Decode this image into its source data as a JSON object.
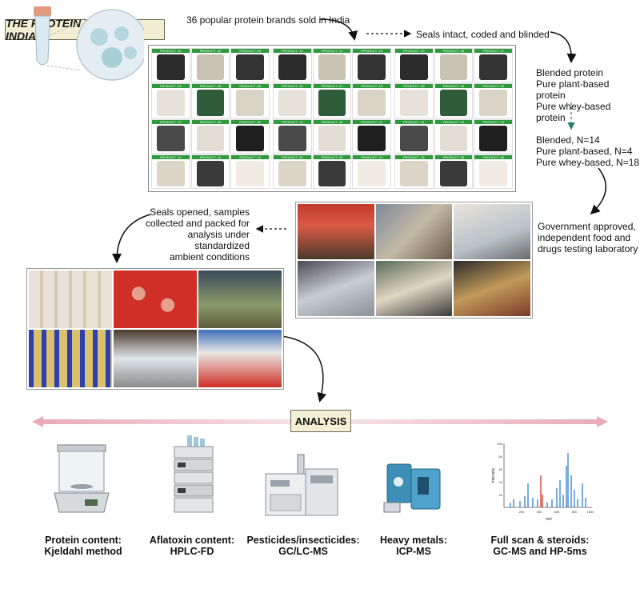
{
  "title": "THE PROTEIN PROJECT INDIA",
  "steps": {
    "brands": "36 popular protein brands sold in India",
    "seals": "Seals intact, coded and blinded",
    "categories": [
      "Blended protein",
      "Pure plant-based protein",
      "Pure whey-based protein"
    ],
    "counts": [
      "Blended, N=14",
      "Pure plant-based, N=4",
      "Pure whey-based, N=18"
    ],
    "lab": [
      "Government approved,",
      "independent food and",
      "drugs testing laboratory"
    ],
    "opened": [
      "Seals opened, samples",
      "collected and packed for",
      "analysis under standardized",
      "ambient conditions"
    ]
  },
  "product_labels": [
    "PRODUCT -01",
    "PRODUCT -02",
    "PRODUCT -03",
    "PRODUCT -04",
    "PRODUCT -05",
    "PRODUCT -06",
    "PRODUCT -07",
    "PRODUCT -08",
    "PRODUCT -09",
    "PRODUCT -10",
    "PRODUCT -11",
    "PRODUCT -12",
    "PRODUCT -13",
    "PRODUCT -14",
    "PRODUCT -15",
    "PRODUCT -16",
    "PRODUCT -17",
    "PRODUCT -18",
    "PRODUCT -19",
    "PRODUCT -20",
    "PRODUCT -21",
    "PRODUCT -22",
    "PRODUCT -23",
    "PRODUCT -24",
    "PRODUCT -25",
    "PRODUCT -26",
    "PRODUCT -27",
    "PRODUCT -28",
    "PRODUCT -29",
    "PRODUCT -30",
    "PRODUCT -31",
    "PRODUCT -32",
    "PRODUCT -33",
    "PRODUCT -34",
    "PRODUCT -35",
    "PRODUCT -36"
  ],
  "analysis_label": "ANALYSIS",
  "methods": [
    {
      "line1": "Protein content:",
      "line2": "Kjeldahl method",
      "icon": "balance-icon"
    },
    {
      "line1": "Aflatoxin content:",
      "line2": "HPLC-FD",
      "icon": "hplc-icon"
    },
    {
      "line1": "Pesticides/insecticides:",
      "line2": "GC/LC-MS",
      "icon": "gcms-icon"
    },
    {
      "line1": "Heavy metals:",
      "line2": "ICP-MS",
      "icon": "icpms-icon"
    },
    {
      "line1": "Full scan & steroids:",
      "line2": "GC-MS and HP-5ms",
      "icon": "spectrum-icon"
    }
  ],
  "spectrum": {
    "ylabel": "Intensity",
    "xlabel": "m/z",
    "xticks": [
      "200",
      "400",
      "600",
      "800",
      "1000"
    ],
    "yticks": [
      "100",
      "80",
      "60",
      "40",
      "20"
    ],
    "colors": {
      "blue": "#2f7fd0",
      "red": "#d0342c"
    }
  },
  "colors": {
    "arrow_pink": "#e9a9b6",
    "title_bg": "#f2eed2",
    "tag_green": "#2f9a3d"
  }
}
